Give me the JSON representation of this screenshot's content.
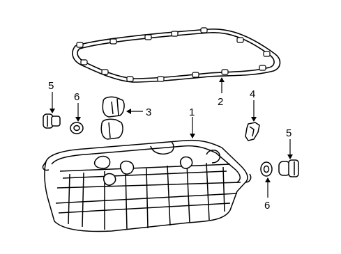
{
  "callouts": [
    {
      "id": "c1",
      "text": "1"
    },
    {
      "id": "c2",
      "text": "2"
    },
    {
      "id": "c3",
      "text": "3"
    },
    {
      "id": "c4",
      "text": "4"
    },
    {
      "id": "c5a",
      "text": "5"
    },
    {
      "id": "c5b",
      "text": "5"
    },
    {
      "id": "c6a",
      "text": "6"
    },
    {
      "id": "c6b",
      "text": "6"
    }
  ],
  "colors": {
    "line": "#000000",
    "background": "#ffffff"
  }
}
